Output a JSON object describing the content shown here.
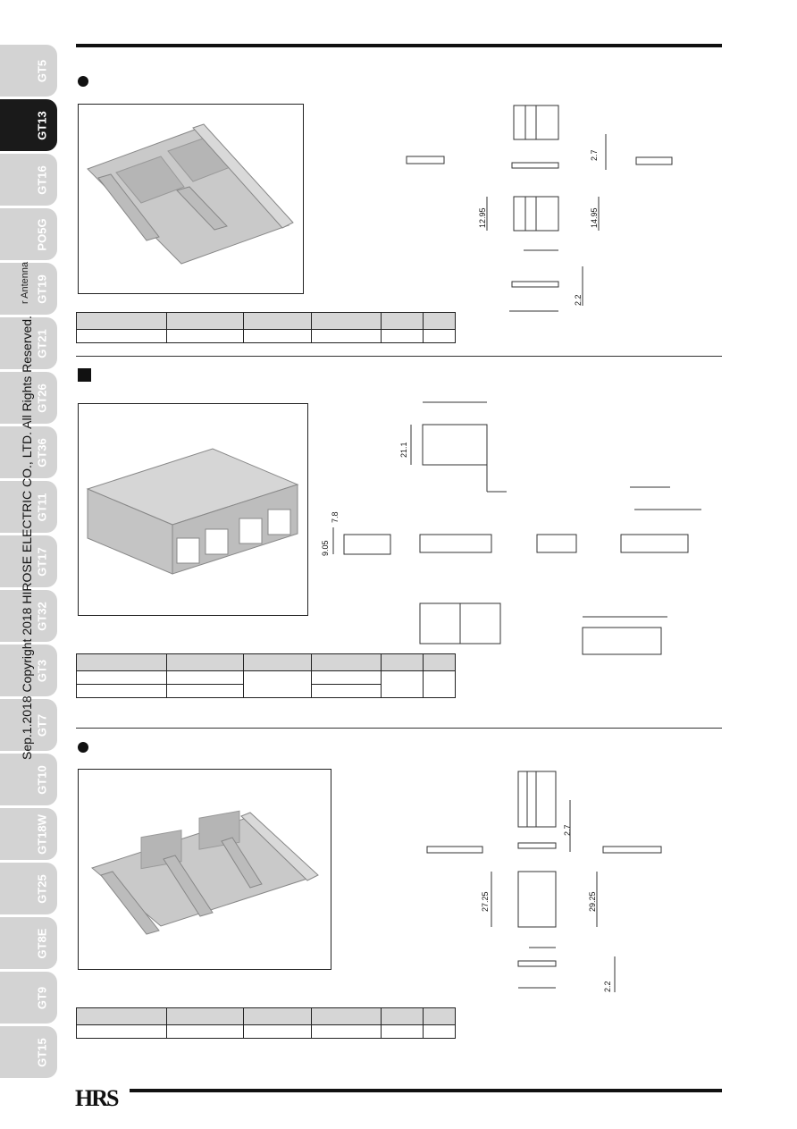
{
  "side_tabs": [
    "GT5",
    "GT13",
    "GT16",
    "PO5G",
    "GT19",
    "GT21",
    "GT26",
    "GT36",
    "GT11",
    "GT17",
    "GT32",
    "GT3",
    "GT7",
    "GT10",
    "GT18W",
    "GT25",
    "GT8E",
    "GT9",
    "GT15"
  ],
  "active_tab": "GT13",
  "copyright": "Sep.1.2018  Copyright 2018 HIROSE ELECTRIC CO., LTD. All Rights Reserved.",
  "copyright_tail": "r Antenna",
  "dims": {
    "s1": [
      "2.7",
      "12.95",
      "14.95",
      "2.2"
    ],
    "s2": [
      "21.1",
      "7.8",
      "9.05"
    ],
    "s3": [
      "2.7",
      "27.25",
      "29.25",
      "2.2"
    ]
  },
  "logo": "HRS",
  "colors": {
    "tab": "#d3d3d3",
    "tab_active": "#1a1a1a",
    "table_head": "#d6d6d6"
  }
}
